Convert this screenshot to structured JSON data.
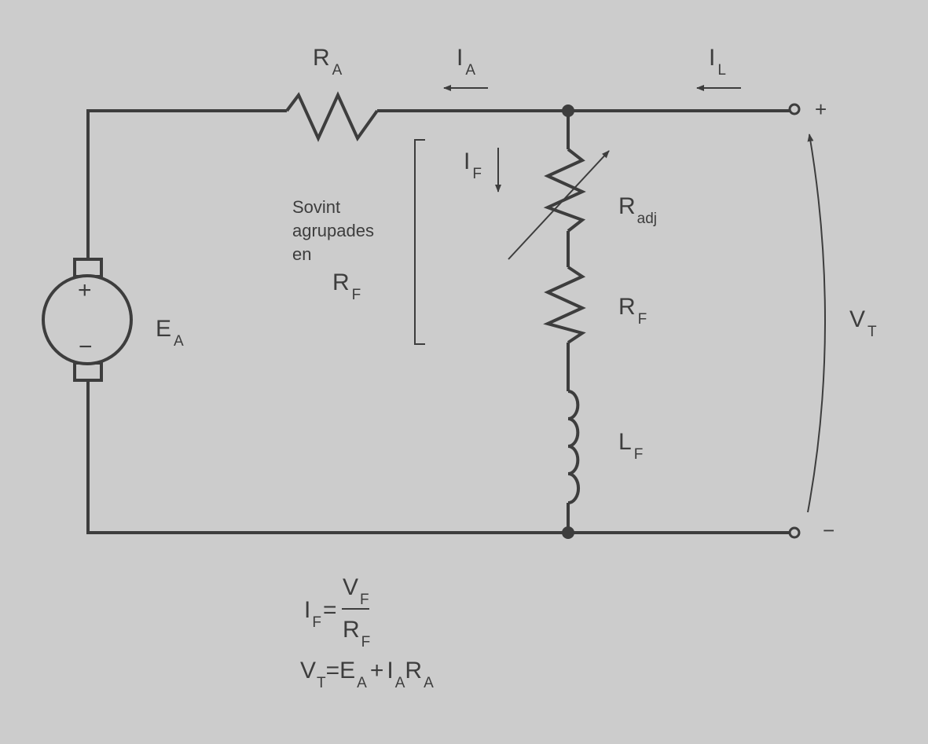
{
  "labels": {
    "ra": {
      "main": "R",
      "sub": "A"
    },
    "ia": {
      "main": "I",
      "sub": "A"
    },
    "il": {
      "main": "I",
      "sub": "L"
    },
    "if": {
      "main": "I",
      "sub": "F"
    },
    "radj": {
      "main": "R",
      "sub": "adj"
    },
    "rf": {
      "main": "R",
      "sub": "F"
    },
    "lf": {
      "main": "L",
      "sub": "F"
    },
    "ea": {
      "main": "E",
      "sub": "A"
    },
    "vt": {
      "main": "V",
      "sub": "T"
    },
    "plus_terminal": "+",
    "minus_terminal": "−",
    "source_plus": "+",
    "source_minus": "−"
  },
  "note": {
    "line1": "Sovint",
    "line2": "agrupades",
    "line3": "en",
    "rf_main": "R",
    "rf_sub": "F"
  },
  "equations": {
    "if_lhs_main": "I",
    "if_lhs_sub": "F",
    "if_eq": "=",
    "if_num_main": "V",
    "if_num_sub": "F",
    "if_den_main": "R",
    "if_den_sub": "F",
    "vt_eq": "=",
    "vt_v": "V",
    "vt_t": "T",
    "vt_e": "E",
    "vt_ea": "A",
    "vt_plus": "+",
    "vt_i": "I",
    "vt_ia": "A",
    "vt_r": "R",
    "vt_ra": "A"
  }
}
